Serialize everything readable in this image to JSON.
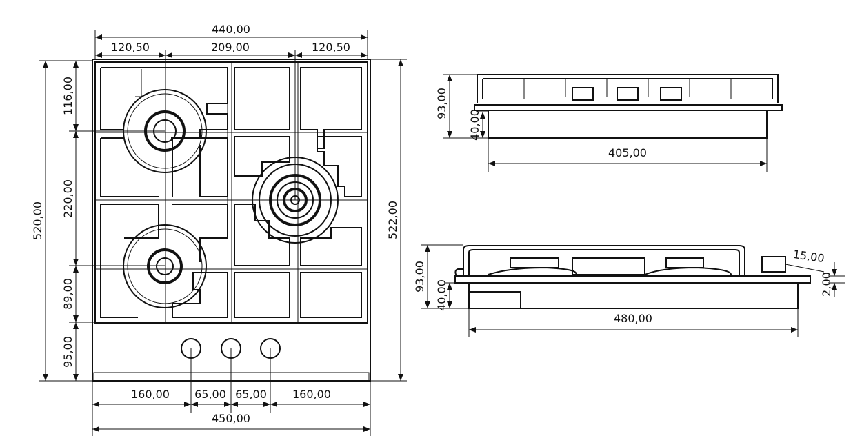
{
  "plan_view": {
    "overall_width_top": "440,00",
    "burner_spacing_left": "120,50",
    "burner_spacing_mid": "209,00",
    "burner_spacing_right": "120,50",
    "overall_depth_left": "520,00",
    "overall_depth_right": "522,00",
    "depth_segment_1": "116,00",
    "depth_segment_2": "220,00",
    "depth_segment_3": "89,00",
    "depth_segment_4": "95,00",
    "knob_offset_left": "160,00",
    "knob_spacing_1": "65,00",
    "knob_spacing_2": "65,00",
    "knob_offset_right": "160,00",
    "overall_width_bottom": "450,00"
  },
  "front_view": {
    "total_height": "93,00",
    "body_height": "40,00",
    "body_width": "405,00"
  },
  "side_view": {
    "total_height": "93,00",
    "body_height": "40,00",
    "body_width": "480,00",
    "overhang": "15,00",
    "plate_thickness": "2,00"
  }
}
